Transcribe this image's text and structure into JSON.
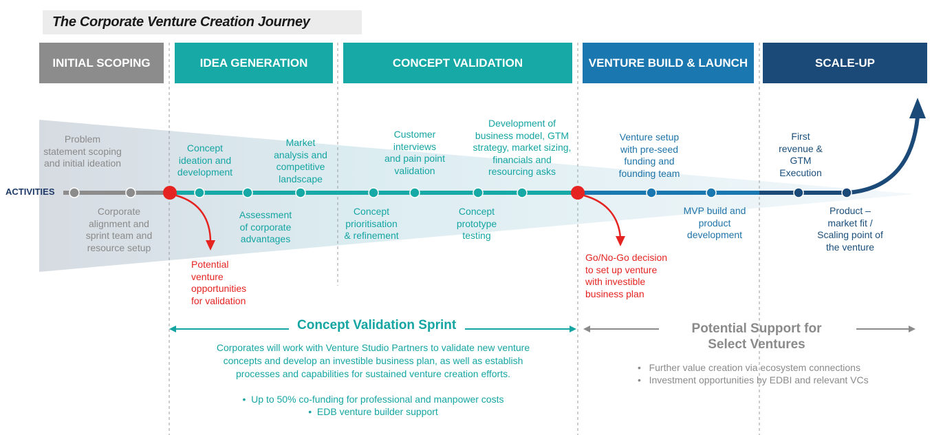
{
  "title": "The Corporate Venture Creation Journey",
  "phases": [
    {
      "label": "INITIAL SCOPING",
      "color": "#8c8c8c"
    },
    {
      "label": "IDEA GENERATION",
      "color": "#17a9a5"
    },
    {
      "label": "CONCEPT VALIDATION",
      "color": "#17a9a5"
    },
    {
      "label": "VENTURE BUILD & LAUNCH",
      "color": "#1b77b0"
    },
    {
      "label": "SCALE-UP",
      "color": "#1b4a78"
    }
  ],
  "activities_label": "ACTIVITIES",
  "activities": {
    "problem_scoping": "Problem\nstatement scoping\nand initial ideation",
    "corporate_alignment": "Corporate\nalignment and\nsprint team and\nresource setup",
    "concept_ideation": "Concept\nideation and\ndevelopment",
    "corporate_advantages": "Assessment\nof corporate\nadvantages",
    "market_analysis": "Market\nanalysis and\ncompetitive\nlandscape",
    "concept_prioritisation": "Concept\nprioritisation\n& refinement",
    "customer_interviews": "Customer\ninterviews\nand pain point\nvalidation",
    "concept_prototype": "Concept\nprototype\ntesting",
    "business_model": "Development of\nbusiness model, GTM\nstrategy, market sizing,\nfinancials and\nresourcing asks",
    "venture_setup": "Venture setup\nwith pre-seed\nfunding and\nfounding team",
    "mvp_build": "MVP build and\nproduct\ndevelopment",
    "first_revenue": "First\nrevenue &\nGTM\nExecution",
    "product_market_fit": "Product –\nmarket fit /\nScaling point of\nthe venture"
  },
  "decisions": {
    "potential_opportunities": "Potential\nventure\nopportunities\nfor validation",
    "go_no_go": "Go/No-Go decision\nto set up venture\nwith investible\nbusiness plan"
  },
  "sprint": {
    "title": "Concept Validation Sprint",
    "description": "Corporates will work with Venture Studio Partners to validate new venture\nconcepts and develop an investible business plan, as well as establish\nprocesses and capabilities for sustained venture creation efforts.",
    "bullets": [
      "Up to 50% co-funding for professional and manpower costs",
      "EDB venture builder support"
    ]
  },
  "support": {
    "title": "Potential Support for\nSelect Ventures",
    "bullets": [
      "Further value creation via ecosystem connections",
      "Investment opportunities by EDBI and relevant VCs"
    ]
  },
  "colors": {
    "gray": "#8a8a8a",
    "teal": "#14a5a2",
    "blue": "#1e73a8",
    "navy": "#1a4e7a",
    "red": "#e52421"
  }
}
